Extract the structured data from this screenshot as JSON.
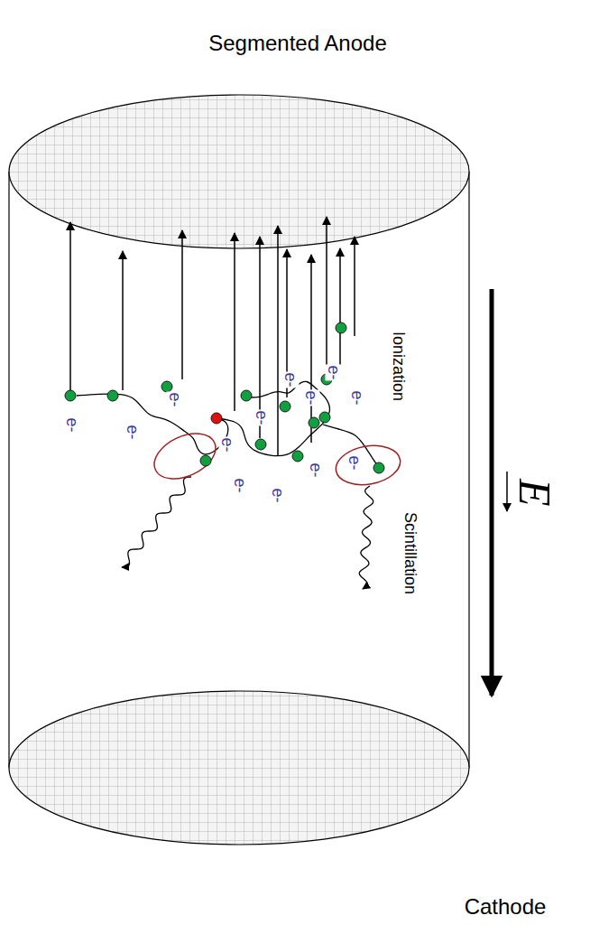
{
  "diagram": {
    "labels": [
      "Segmented Anode",
      "Cathode",
      "Ionization",
      "Scintillation",
      "E",
      "e-",
      "e-",
      "e-",
      "e-",
      "e-",
      "e-",
      "e-",
      "e-",
      "e-",
      "e-",
      "e-",
      "e-",
      "e-"
    ]
  }
}
